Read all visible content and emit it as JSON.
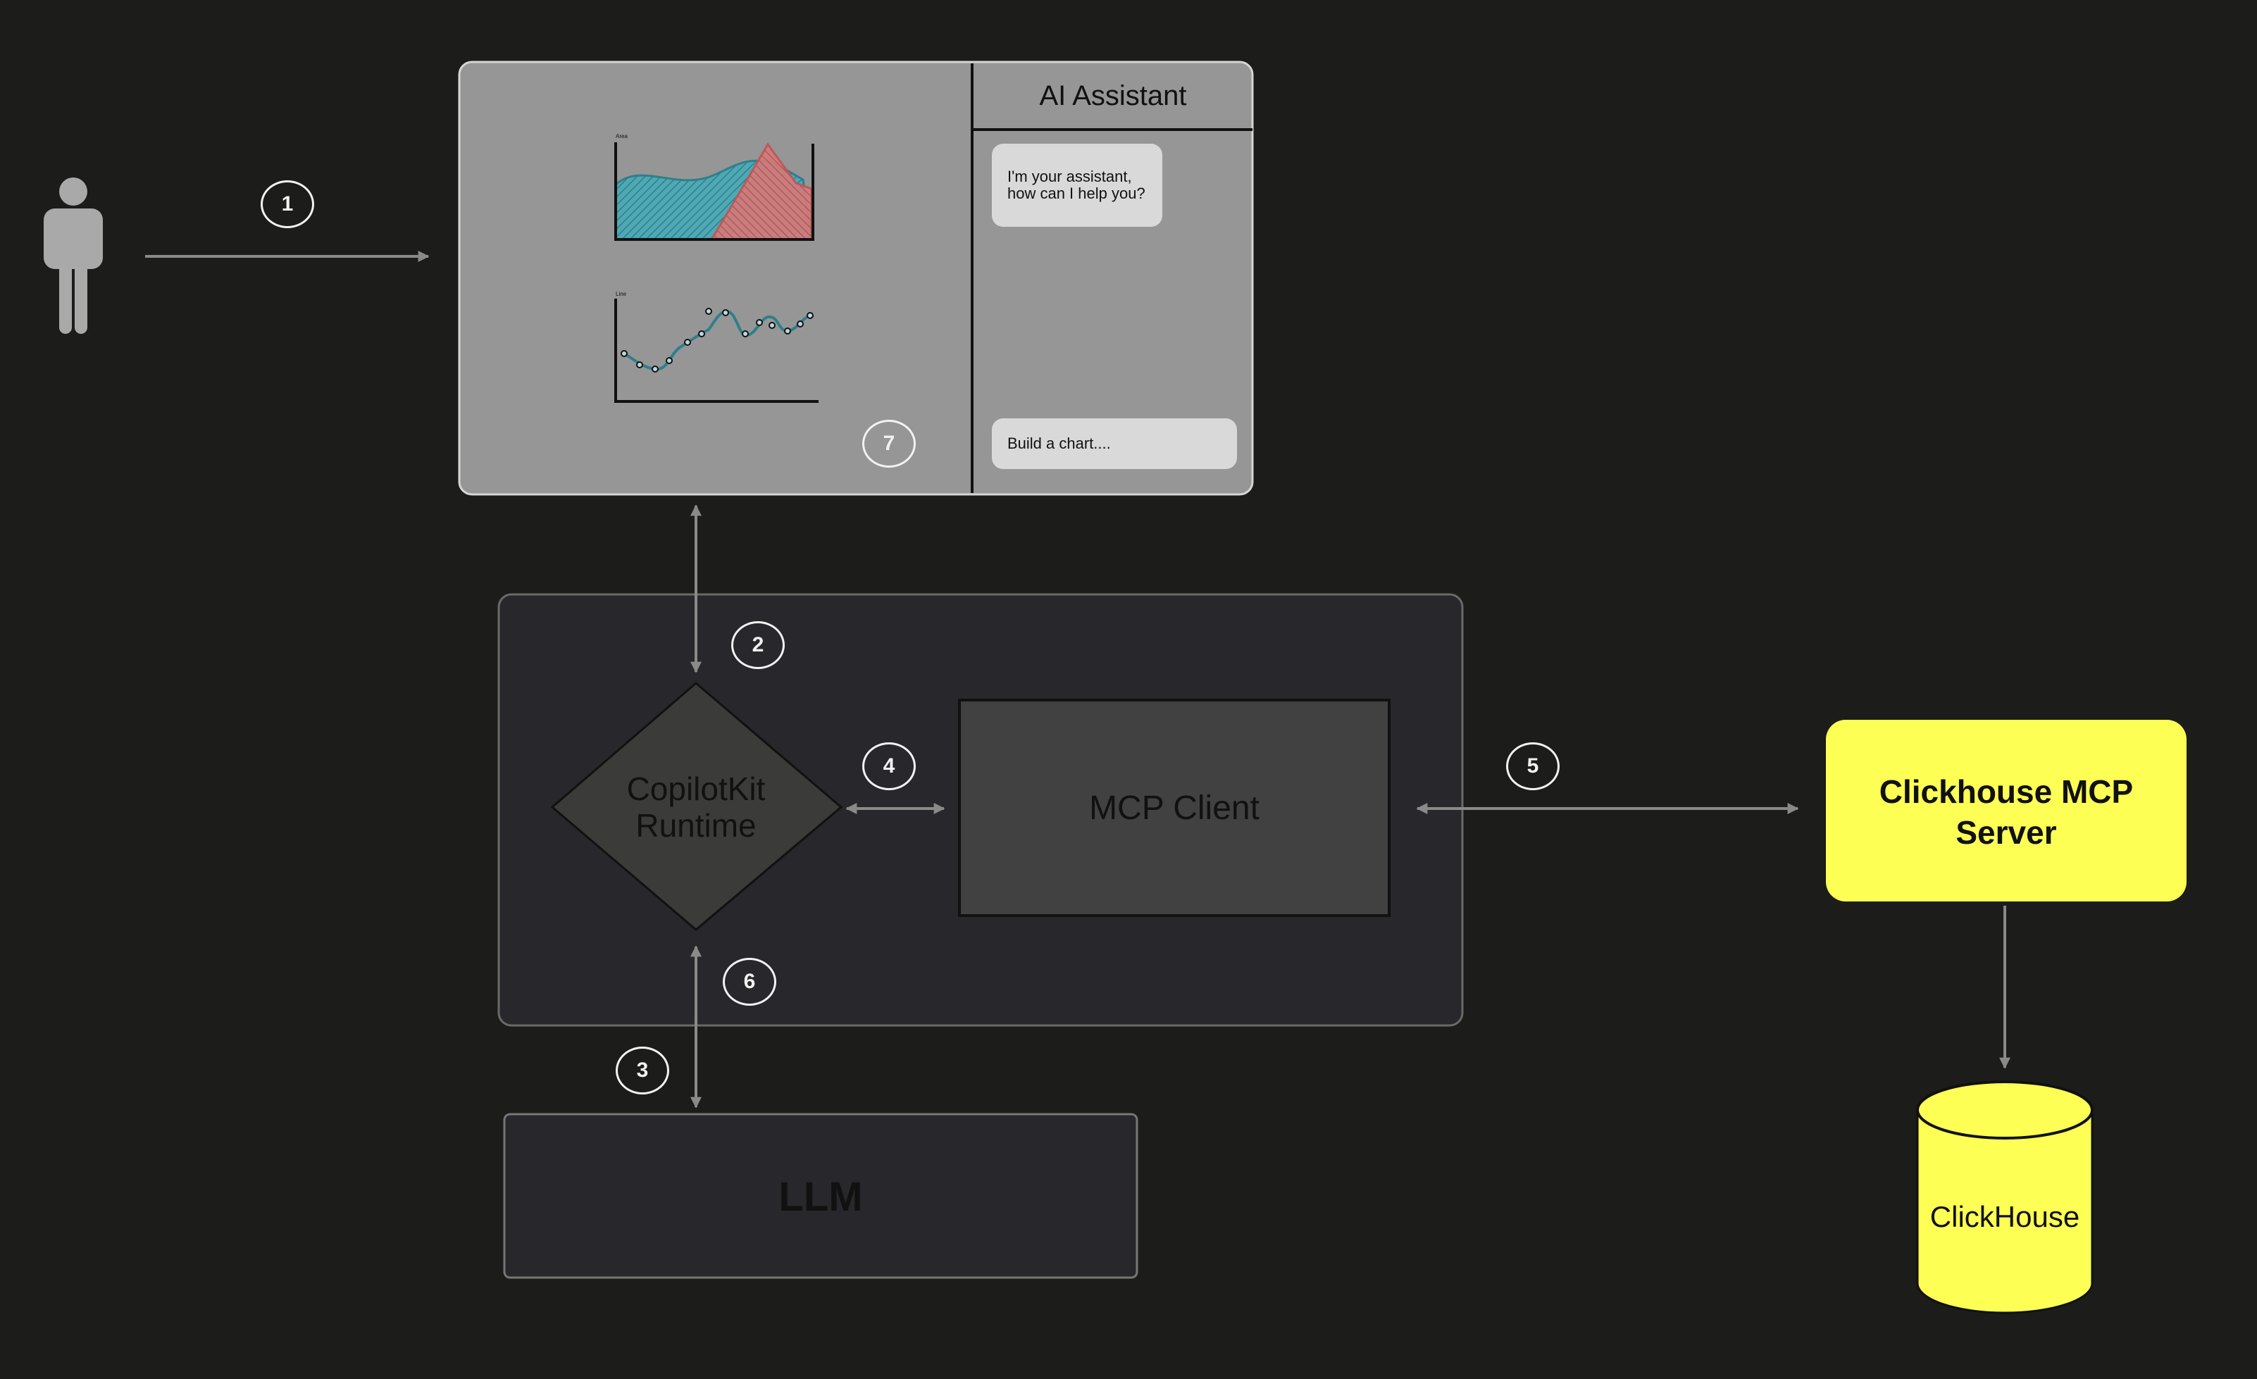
{
  "app_panel": {
    "chat_title": "AI Assistant",
    "assistant_message": "I'm your assistant,\nhow can I help you?",
    "input_text": "Build a chart....",
    "area_chart_title": "Area",
    "line_chart_title": "Line"
  },
  "nodes": {
    "copilotkit_runtime": "CopilotKit\nRuntime",
    "mcp_client": "MCP Client",
    "clickhouse_mcp_server": "Clickhouse MCP\nServer",
    "llm": "LLM",
    "clickhouse_db": "ClickHouse"
  },
  "steps": [
    "1",
    "2",
    "3",
    "4",
    "5",
    "6",
    "7"
  ],
  "colors": {
    "background": "#1c1c1a",
    "panel": "#969696",
    "runtime_container": "#27272c",
    "accent_yellow": "#fdff55",
    "arrow": "#8a8a8a",
    "area_blue": "#4ea9b4",
    "area_red": "#d06f6f"
  },
  "icons": [
    "person-icon",
    "area-chart-icon",
    "line-chart-icon",
    "database-icon"
  ]
}
